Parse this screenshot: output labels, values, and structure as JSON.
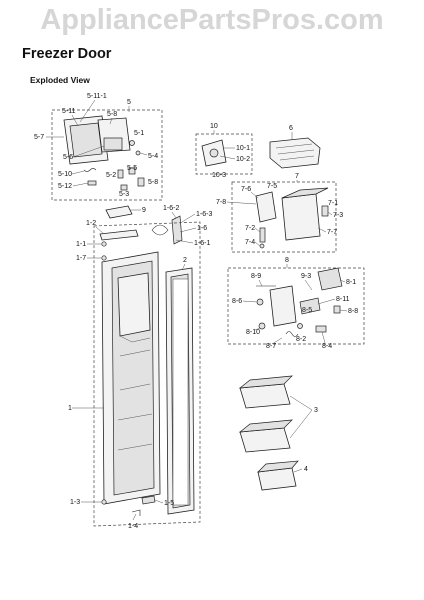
{
  "watermark": "AppliancePartsPros.com",
  "title": "Freezer Door",
  "subtitle": "Exploded View",
  "callouts": {
    "c5_11_1": "5-11-1",
    "c5": "5",
    "c5_11": "5-11",
    "c5_8": "5-8",
    "c5_7": "5-7",
    "c5_1": "5-1",
    "c5_6": "5-6",
    "c5_4": "5-4",
    "c5_5": "5-5",
    "c5_10": "5-10",
    "c5_2": "5-2",
    "c5_12": "5-12",
    "c5_3": "5-3",
    "c5_9": "5-9",
    "c10": "10",
    "c10_1": "10-1",
    "c10_2": "10-2",
    "c10_3": "10-3",
    "c6": "6",
    "c7": "7",
    "c7_6": "7-6",
    "c7_5": "7-5",
    "c7_8": "7-8",
    "c7_1": "7-1",
    "c7_3": "7-3",
    "c7_2": "7-2",
    "c7_4": "7-4",
    "c7_7": "7-7",
    "c9": "9",
    "c1_6_2": "1-6-2",
    "c1_6_3": "1-6-3",
    "c1_2": "1-2",
    "c1_6": "1-6",
    "c1_1": "1-1",
    "c1_6_1": "1-6-1",
    "c1_7": "1-7",
    "c2": "2",
    "c8": "8",
    "c8_9": "8-9",
    "c9_3": "9-3",
    "c8_1": "8-1",
    "c8_6": "8-6",
    "c8_11": "8-11",
    "c8_5": "8-5",
    "c8_8": "8-8",
    "c8_10": "8-10",
    "c8_2": "8-2",
    "c8_7": "8-7",
    "c8_4": "8-4",
    "c1": "1",
    "c3": "3",
    "c4": "4",
    "c1_3": "1-3",
    "c1_5": "1-5",
    "c1_4": "1-4"
  }
}
